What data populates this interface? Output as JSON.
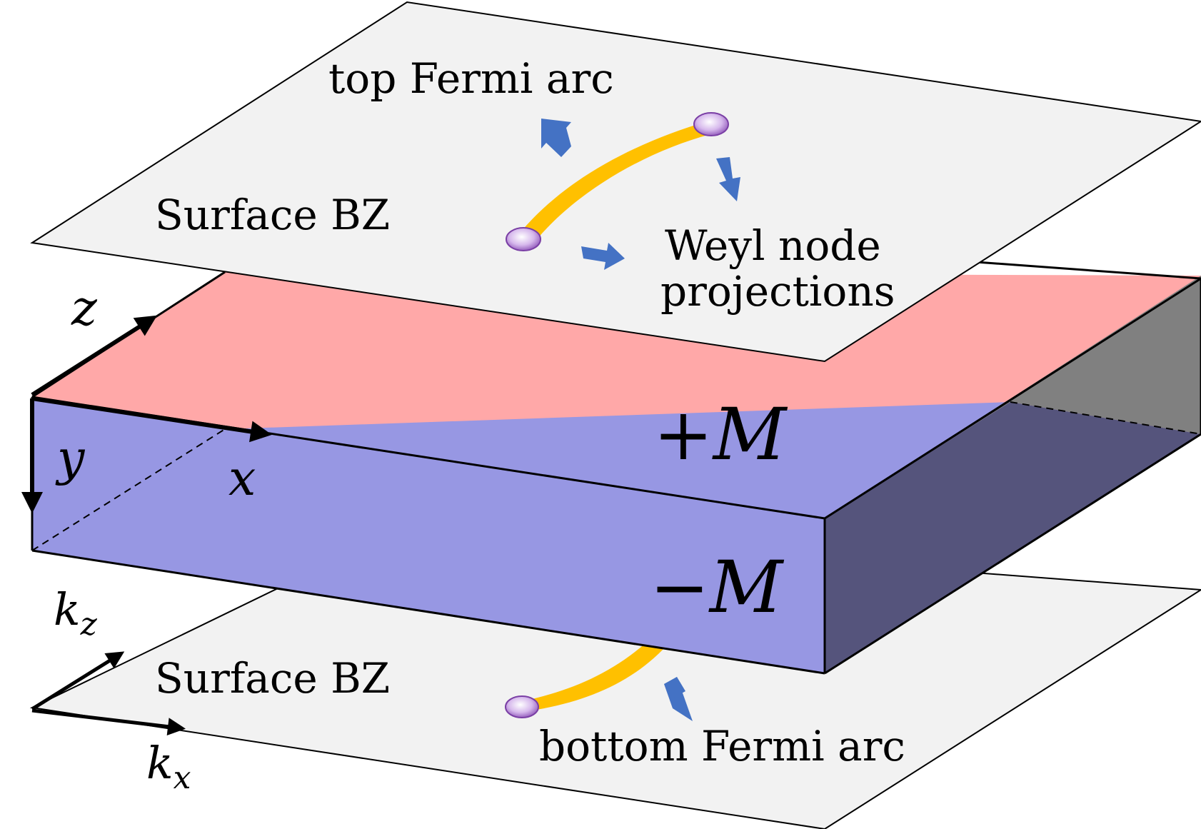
{
  "labels": {
    "top_arc": "top Fermi arc",
    "surface_bz_top": "Surface BZ",
    "weyl_line1": "Weyl node",
    "weyl_line2": "projections",
    "surface_bz_bottom": "Surface BZ",
    "bottom_arc": "bottom Fermi arc"
  },
  "math": {
    "plus_sign": "+",
    "minus_sign": "−",
    "m_symbol": "M",
    "axis_z": "z",
    "axis_y": "y",
    "axis_x": "x",
    "k_letter": "k",
    "k_sub_z": "z",
    "k_sub_x": "x"
  },
  "colors": {
    "plane_fill": "#f2f2f2",
    "top_half": "#ffa8a8",
    "bottom_half": "#9797e3",
    "side_top": "#808080",
    "side_bottom": "#55547c",
    "left_face": "#e6e6e6",
    "fermi_arc": "#ffc000",
    "node_fill": "#b07fd0",
    "direction_arrow": "#4472c4"
  }
}
